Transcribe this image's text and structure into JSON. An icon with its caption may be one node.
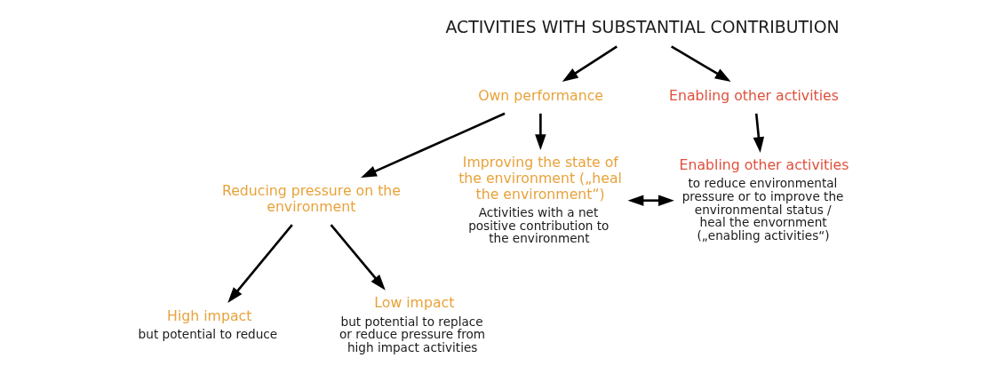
{
  "diagram": {
    "nodes": [
      {
        "text": [
          "ACTIVITIES WITH SUBSTANTIAL CONTRIBUTION"
        ]
      },
      {
        "text": [
          "Own performance"
        ]
      },
      {
        "text": [
          "Enabling other activities"
        ]
      },
      {
        "text": [
          "Reducing pressure on the environment"
        ]
      },
      {
        "text": [
          "Improving the state of the environment („heal the environment“)",
          "Activities with a net positive contribution to the environment"
        ]
      },
      {
        "text": [
          "Enabling other activities",
          "to reduce environmental pressure or to improve the environmental status / heal the envornment („enabling activities“)"
        ]
      },
      {
        "text": [
          "High impact",
          "but potential to reduce"
        ]
      },
      {
        "text": [
          "Low impact",
          "but potential to replace or reduce pressure from high impact activities"
        ]
      }
    ],
    "edges": [
      {
        "from": 0,
        "to": 1,
        "arrow": "to"
      },
      {
        "from": 0,
        "to": 2,
        "arrow": "to"
      },
      {
        "from": 1,
        "to": 3,
        "arrow": "to"
      },
      {
        "from": 1,
        "to": 4,
        "arrow": "to"
      },
      {
        "from": 2,
        "to": 5,
        "arrow": "to"
      },
      {
        "from": 3,
        "to": 6,
        "arrow": "to"
      },
      {
        "from": 3,
        "to": 7,
        "arrow": "to"
      },
      {
        "from": 4,
        "to": 5,
        "arrow": "both"
      }
    ]
  }
}
